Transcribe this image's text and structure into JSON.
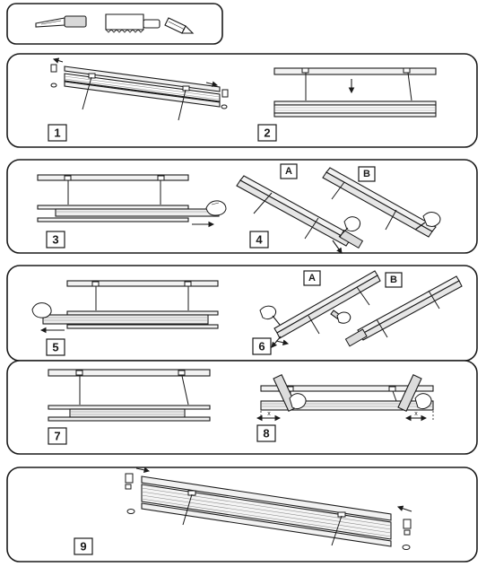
{
  "tools": [
    "knife-icon",
    "saw-icon",
    "pencil-icon"
  ],
  "steps": [
    {
      "label": "1"
    },
    {
      "label": "2"
    },
    {
      "label": "3"
    },
    {
      "label": "4",
      "variants": [
        "A",
        "B"
      ]
    },
    {
      "label": "5"
    },
    {
      "label": "6",
      "variants": [
        "A",
        "B"
      ]
    },
    {
      "label": "7"
    },
    {
      "label": "8",
      "dimension": "x"
    },
    {
      "label": "9"
    }
  ]
}
